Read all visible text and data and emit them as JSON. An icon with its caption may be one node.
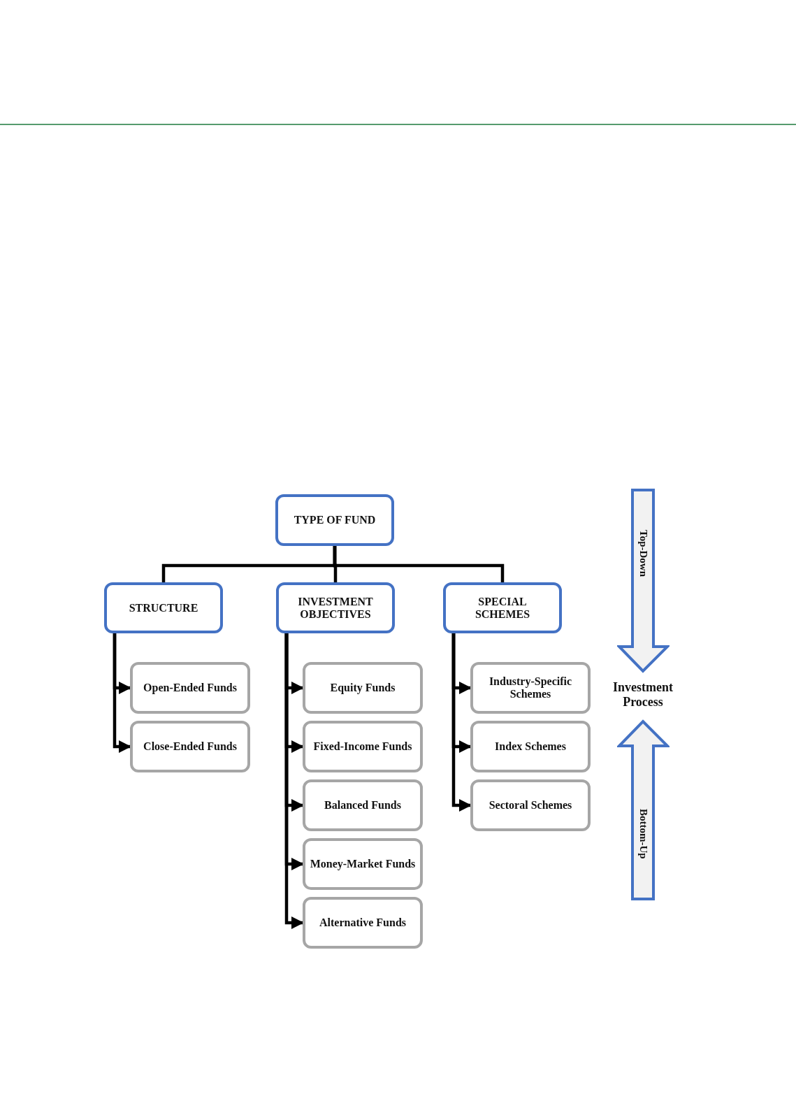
{
  "diagram": {
    "nodes": [
      {
        "text": [
          "TYPE OF FUND"
        ]
      },
      {
        "text": [
          "STRUCTURE"
        ]
      },
      {
        "text": [
          "INVESTMENT OBJECTIVES"
        ]
      },
      {
        "text": [
          "SPECIAL SCHEMES"
        ]
      },
      {
        "text": [
          "Open-Ended Funds"
        ]
      },
      {
        "text": [
          "Close-Ended Funds"
        ]
      },
      {
        "text": [
          "Equity Funds"
        ]
      },
      {
        "text": [
          "Fixed-Income Funds"
        ]
      },
      {
        "text": [
          "Balanced Funds"
        ]
      },
      {
        "text": [
          "Money-Market Funds"
        ]
      },
      {
        "text": [
          "Alternative Funds"
        ]
      },
      {
        "text": [
          "Industry-Specific Schemes"
        ]
      },
      {
        "text": [
          "Index Schemes"
        ]
      },
      {
        "text": [
          "Sectoral Schemes"
        ]
      },
      {
        "text": [
          "Top-Down"
        ]
      },
      {
        "text": [
          "Bottom-Up"
        ]
      }
    ],
    "edges": [
      {
        "from": 0,
        "to": 1,
        "arrow": "none"
      },
      {
        "from": 0,
        "to": 2,
        "arrow": "none"
      },
      {
        "from": 0,
        "to": 3,
        "arrow": "none"
      },
      {
        "from": 1,
        "to": 4,
        "arrow": "to"
      },
      {
        "from": 1,
        "to": 5,
        "arrow": "to"
      },
      {
        "from": 2,
        "to": 6,
        "arrow": "to"
      },
      {
        "from": 2,
        "to": 7,
        "arrow": "to"
      },
      {
        "from": 2,
        "to": 8,
        "arrow": "to"
      },
      {
        "from": 2,
        "to": 9,
        "arrow": "to"
      },
      {
        "from": 2,
        "to": 10,
        "arrow": "to"
      },
      {
        "from": 3,
        "to": 11,
        "arrow": "to"
      },
      {
        "from": 3,
        "to": 12,
        "arrow": "to"
      },
      {
        "from": 3,
        "to": 13,
        "arrow": "to"
      }
    ],
    "labels": [
      "Investment Process"
    ]
  }
}
